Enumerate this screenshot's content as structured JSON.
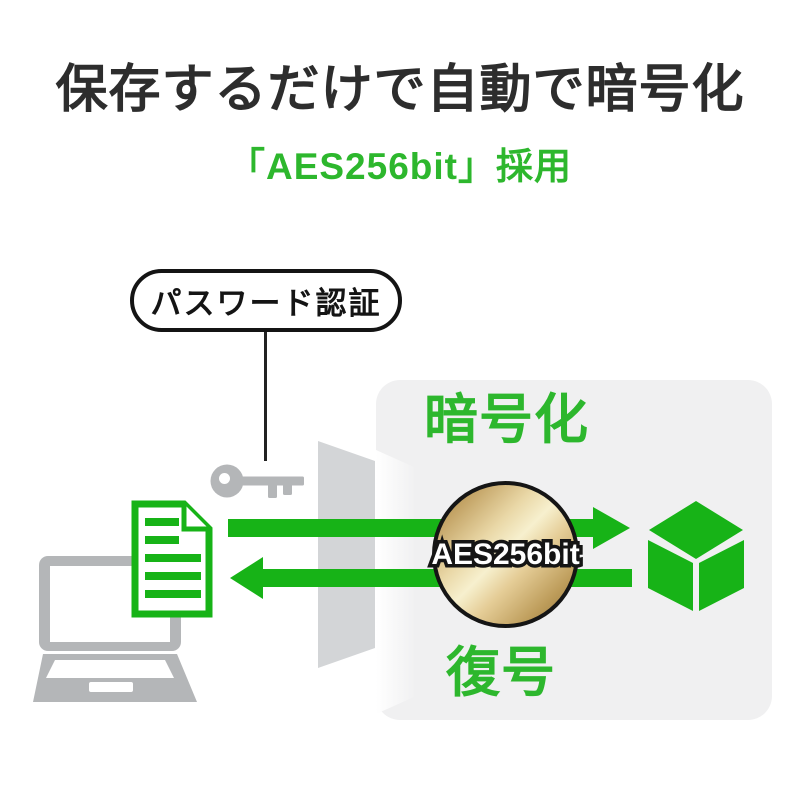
{
  "header": {
    "title": "保存するだけで自動で暗号化",
    "subtitle": "「AES256bit」採用"
  },
  "callout": {
    "label": "パスワード認証"
  },
  "diagram": {
    "encrypt_label": "暗号化",
    "decrypt_label": "復号",
    "cipher_badge": "AES256bit",
    "icons": {
      "key": "key-icon",
      "laptop": "laptop-icon",
      "document": "document-icon",
      "door": "door-icon",
      "cube": "cube-icon",
      "arrow_right": "arrow-right-icon",
      "arrow_left": "arrow-left-icon",
      "coin": "gold-coin-badge"
    }
  },
  "colors": {
    "green": "#17b317",
    "greenText": "#2db72d",
    "title": "#2d2d2d",
    "ink": "#141414",
    "grayDevice": "#b4b6b8",
    "grayDoor": "#d3d5d7",
    "panel": "#f0f0f1"
  }
}
